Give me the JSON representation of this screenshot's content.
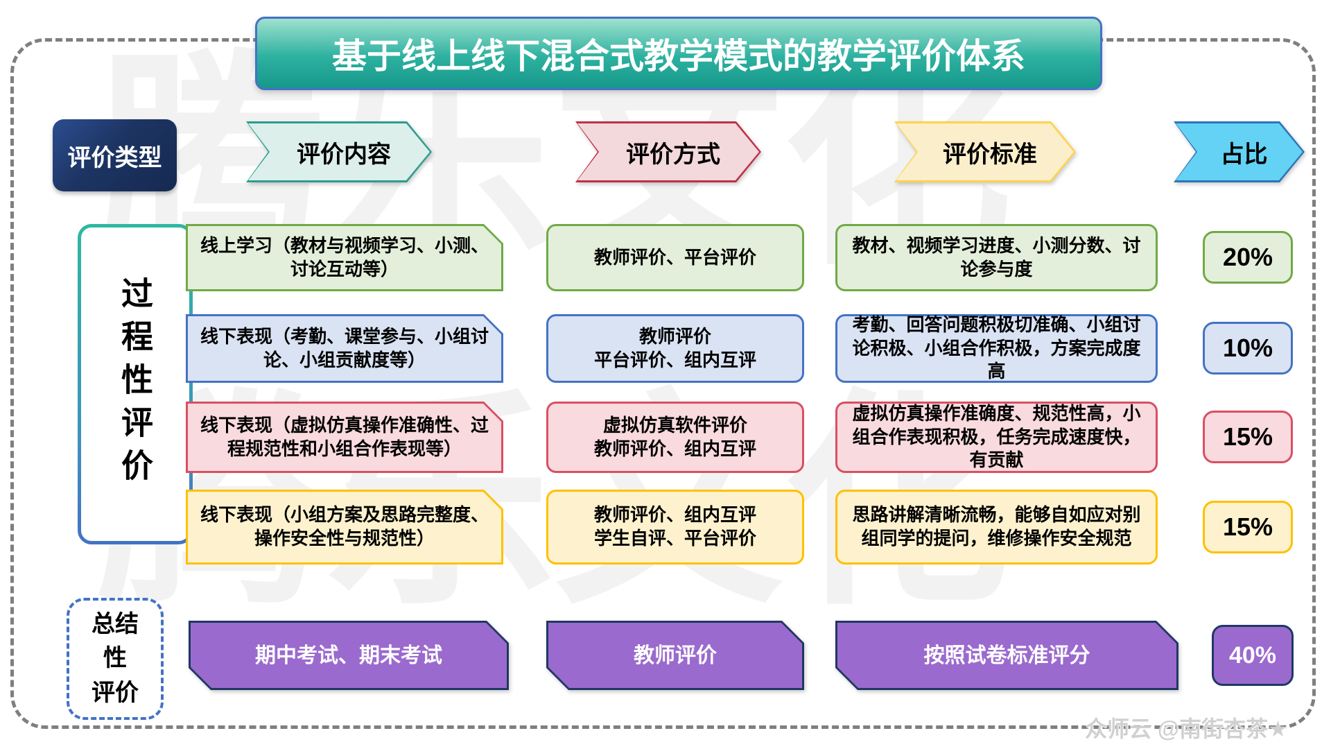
{
  "title": "基于线上线下混合式教学模式的教学评价体系",
  "header": {
    "type": "评价类型",
    "content": "评价内容",
    "method": "评价方式",
    "standard": "评价标准",
    "ratio": "占比"
  },
  "process": {
    "label": "过程性评价",
    "rows": [
      {
        "content": "线上学习（教材与视频学习、小测、讨论互动等）",
        "method": "教师评价、平台评价",
        "standard": "教材、视频学习进度、小测分数、讨论参与度",
        "ratio": "20%",
        "theme": "green"
      },
      {
        "content": "线下表现（考勤、课堂参与、小组讨论、小组贡献度等）",
        "method": "教师评价\n平台评价、组内互评",
        "standard": "考勤、回答问题积极切准确、小组讨论积极、小组合作积极，方案完成度高",
        "ratio": "10%",
        "theme": "blue"
      },
      {
        "content": "线下表现（虚拟仿真操作准确性、过程规范性和小组合作表现等）",
        "method": "虚拟仿真软件评价\n教师评价、组内互评",
        "standard": "虚拟仿真操作准确度、规范性高，小组合作表现积极，任务完成速度快，有贡献",
        "ratio": "15%",
        "theme": "pink"
      },
      {
        "content": "线下表现（小组方案及思路完整度、操作安全性与规范性）",
        "method": "教师评价、组内互评\n学生自评、平台评价",
        "standard": "思路讲解清晰流畅，能够自如应对别组同学的提问，维修操作安全规范",
        "ratio": "15%",
        "theme": "yellow"
      }
    ]
  },
  "summative": {
    "label_lines": [
      "总结",
      "性",
      "评价"
    ],
    "content": "期中考试、期末考试",
    "method": "教师评价",
    "standard": "按照试卷标准评分",
    "ratio": "40%",
    "theme": "purple"
  },
  "watermark": {
    "brand": "腾乐文化",
    "credit": "众师云 @南街杏茶★"
  },
  "colors": {
    "title_gradient_top": "#9fe0cf",
    "title_gradient_bottom": "#16988b",
    "title_border": "#4472c4",
    "type_box_bg": "#1d3462",
    "teal_border": "#2b9d90",
    "teal_fill": "#dcefeb",
    "red_border": "#bf3049",
    "red_fill": "#f3d8dc",
    "gold_border": "#ffd24d",
    "gold_fill": "#fbeecb",
    "cyan_border": "#2e75b6",
    "cyan_fill": "#63d2f5",
    "green_border": "#6faa46",
    "green_fill": "#e3efda",
    "blue_border": "#4472c4",
    "blue_fill": "#dae3f3",
    "pink_border": "#d94f63",
    "pink_fill": "#f9dade",
    "yellow_border": "#ffc000",
    "yellow_fill": "#fdf2cd",
    "purple_border": "#1f3864",
    "purple_fill": "#9b6ace",
    "frame_dash": "#7f7f7f"
  }
}
